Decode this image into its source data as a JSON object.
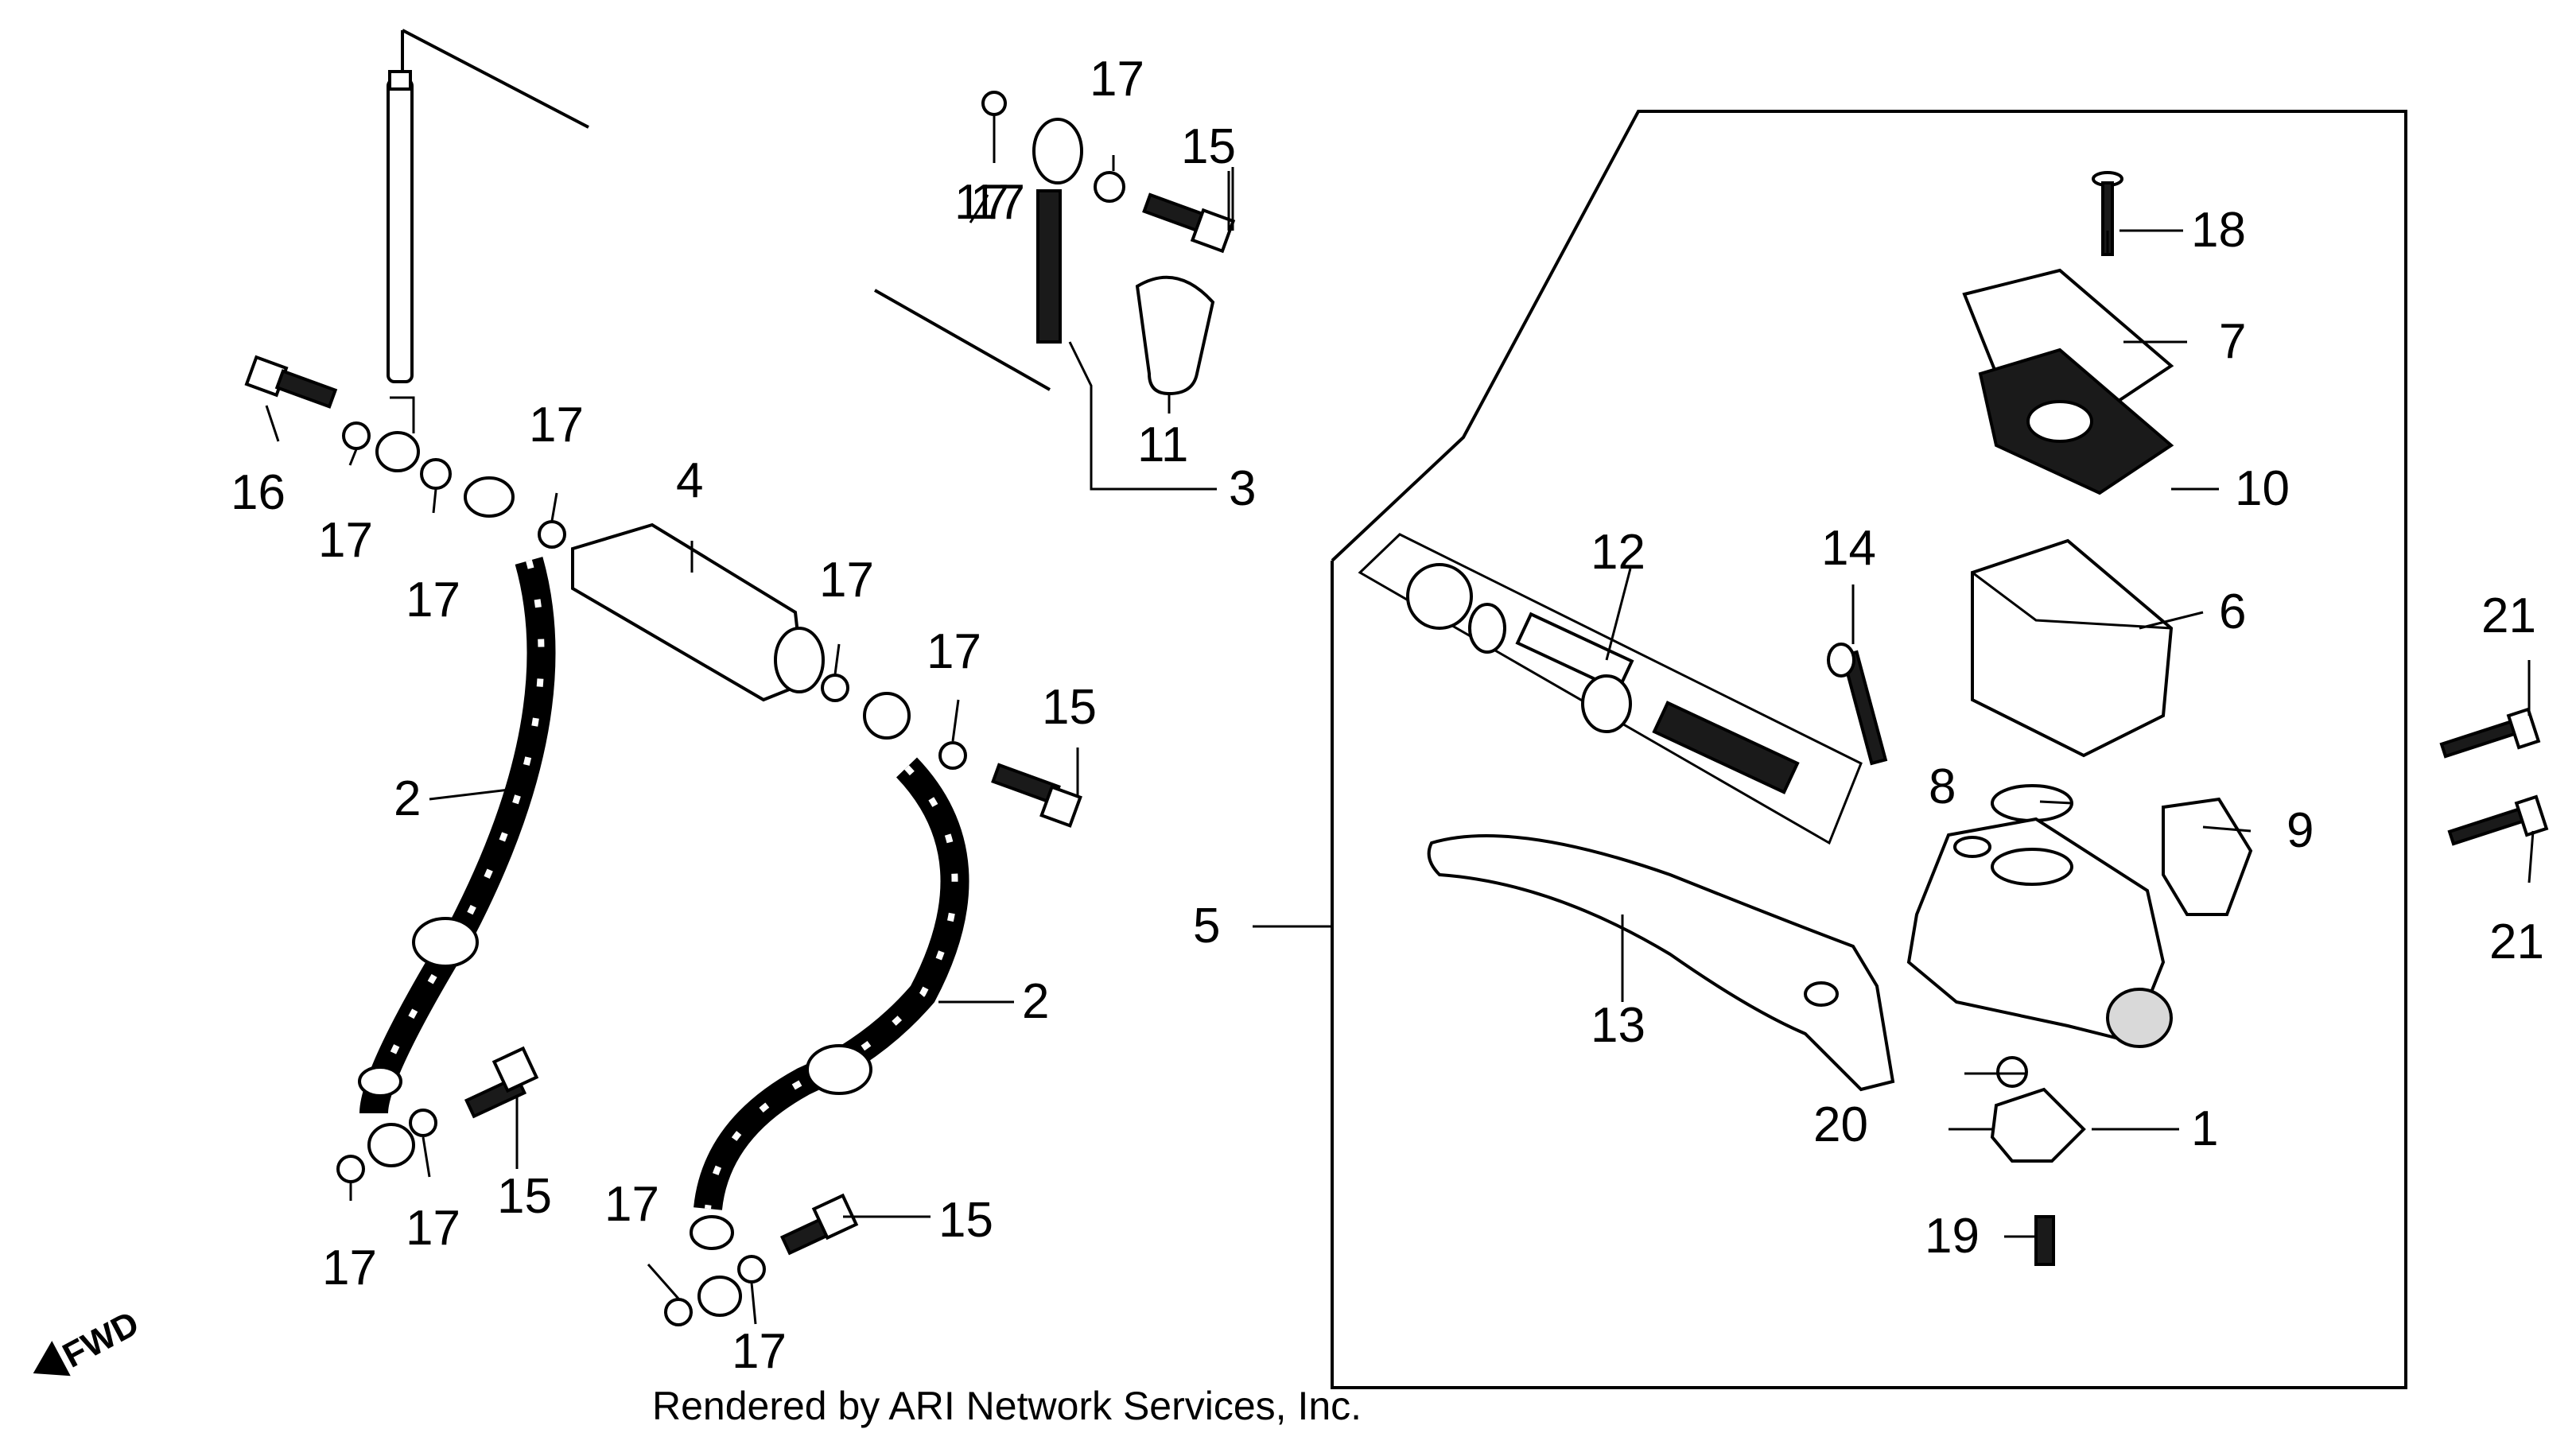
{
  "diagram": {
    "footer": "Rendered by ARI Network Services, Inc.",
    "direction_label": "FWD",
    "callouts": [
      {
        "id": "c1",
        "text": "1"
      },
      {
        "id": "c2a",
        "text": "2"
      },
      {
        "id": "c2b",
        "text": "2"
      },
      {
        "id": "c3",
        "text": "3"
      },
      {
        "id": "c4",
        "text": "4"
      },
      {
        "id": "c5",
        "text": "5"
      },
      {
        "id": "c6",
        "text": "6"
      },
      {
        "id": "c7",
        "text": "7"
      },
      {
        "id": "c8",
        "text": "8"
      },
      {
        "id": "c9",
        "text": "9"
      },
      {
        "id": "c10",
        "text": "10"
      },
      {
        "id": "c11",
        "text": "11"
      },
      {
        "id": "c12",
        "text": "12"
      },
      {
        "id": "c13",
        "text": "13"
      },
      {
        "id": "c14",
        "text": "14"
      },
      {
        "id": "c15a",
        "text": "15"
      },
      {
        "id": "c15b",
        "text": "15"
      },
      {
        "id": "c15c",
        "text": "15"
      },
      {
        "id": "c15d",
        "text": "15"
      },
      {
        "id": "c16",
        "text": "16"
      },
      {
        "id": "c17a",
        "text": "17"
      },
      {
        "id": "c17b",
        "text": "17"
      },
      {
        "id": "c17c",
        "text": "17"
      },
      {
        "id": "c17d",
        "text": "17"
      },
      {
        "id": "c17e",
        "text": "17"
      },
      {
        "id": "c17f",
        "text": "17"
      },
      {
        "id": "c17g",
        "text": "17"
      },
      {
        "id": "c17h",
        "text": "17"
      },
      {
        "id": "c17i",
        "text": "17"
      },
      {
        "id": "c17j",
        "text": "17"
      },
      {
        "id": "c17k",
        "text": "17"
      },
      {
        "id": "c17l",
        "text": "17"
      },
      {
        "id": "c18",
        "text": "18"
      },
      {
        "id": "c19",
        "text": "19"
      },
      {
        "id": "c20",
        "text": "20"
      },
      {
        "id": "c21a",
        "text": "21"
      },
      {
        "id": "c21b",
        "text": "21"
      }
    ]
  }
}
